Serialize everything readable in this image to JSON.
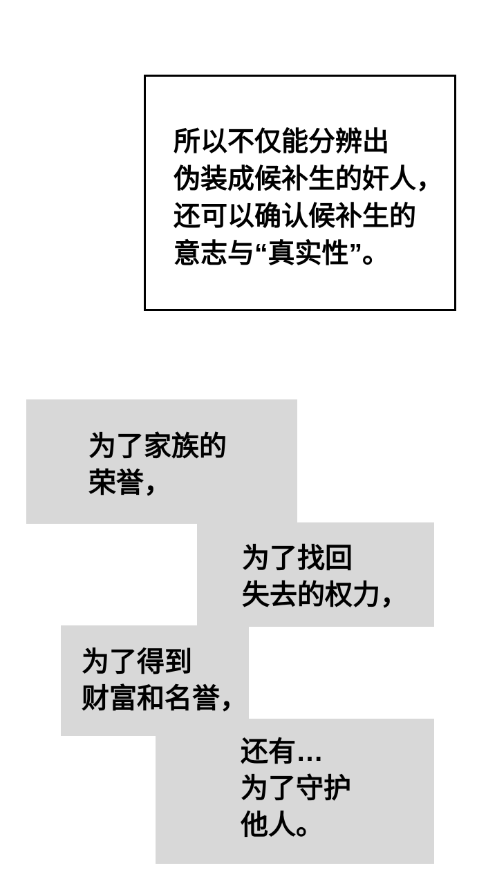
{
  "colors": {
    "panel_gray": "#d8d8d8",
    "caption_bg": "#ffffff",
    "border": "#000000",
    "text": "#000000",
    "page_bg": "#ffffff"
  },
  "caption_box": {
    "text": "所以不仅能分辨出\n伪装成候补生的奸人，\n还可以确认候补生的\n意志与“真实性”。"
  },
  "narration_boxes": [
    {
      "text": "为了家族的\n荣誉，"
    },
    {
      "text": "为了找回\n失去的权力，"
    },
    {
      "text": "为了得到\n财富和名誉，"
    },
    {
      "text": "还有…\n为了守护\n他人。"
    }
  ]
}
